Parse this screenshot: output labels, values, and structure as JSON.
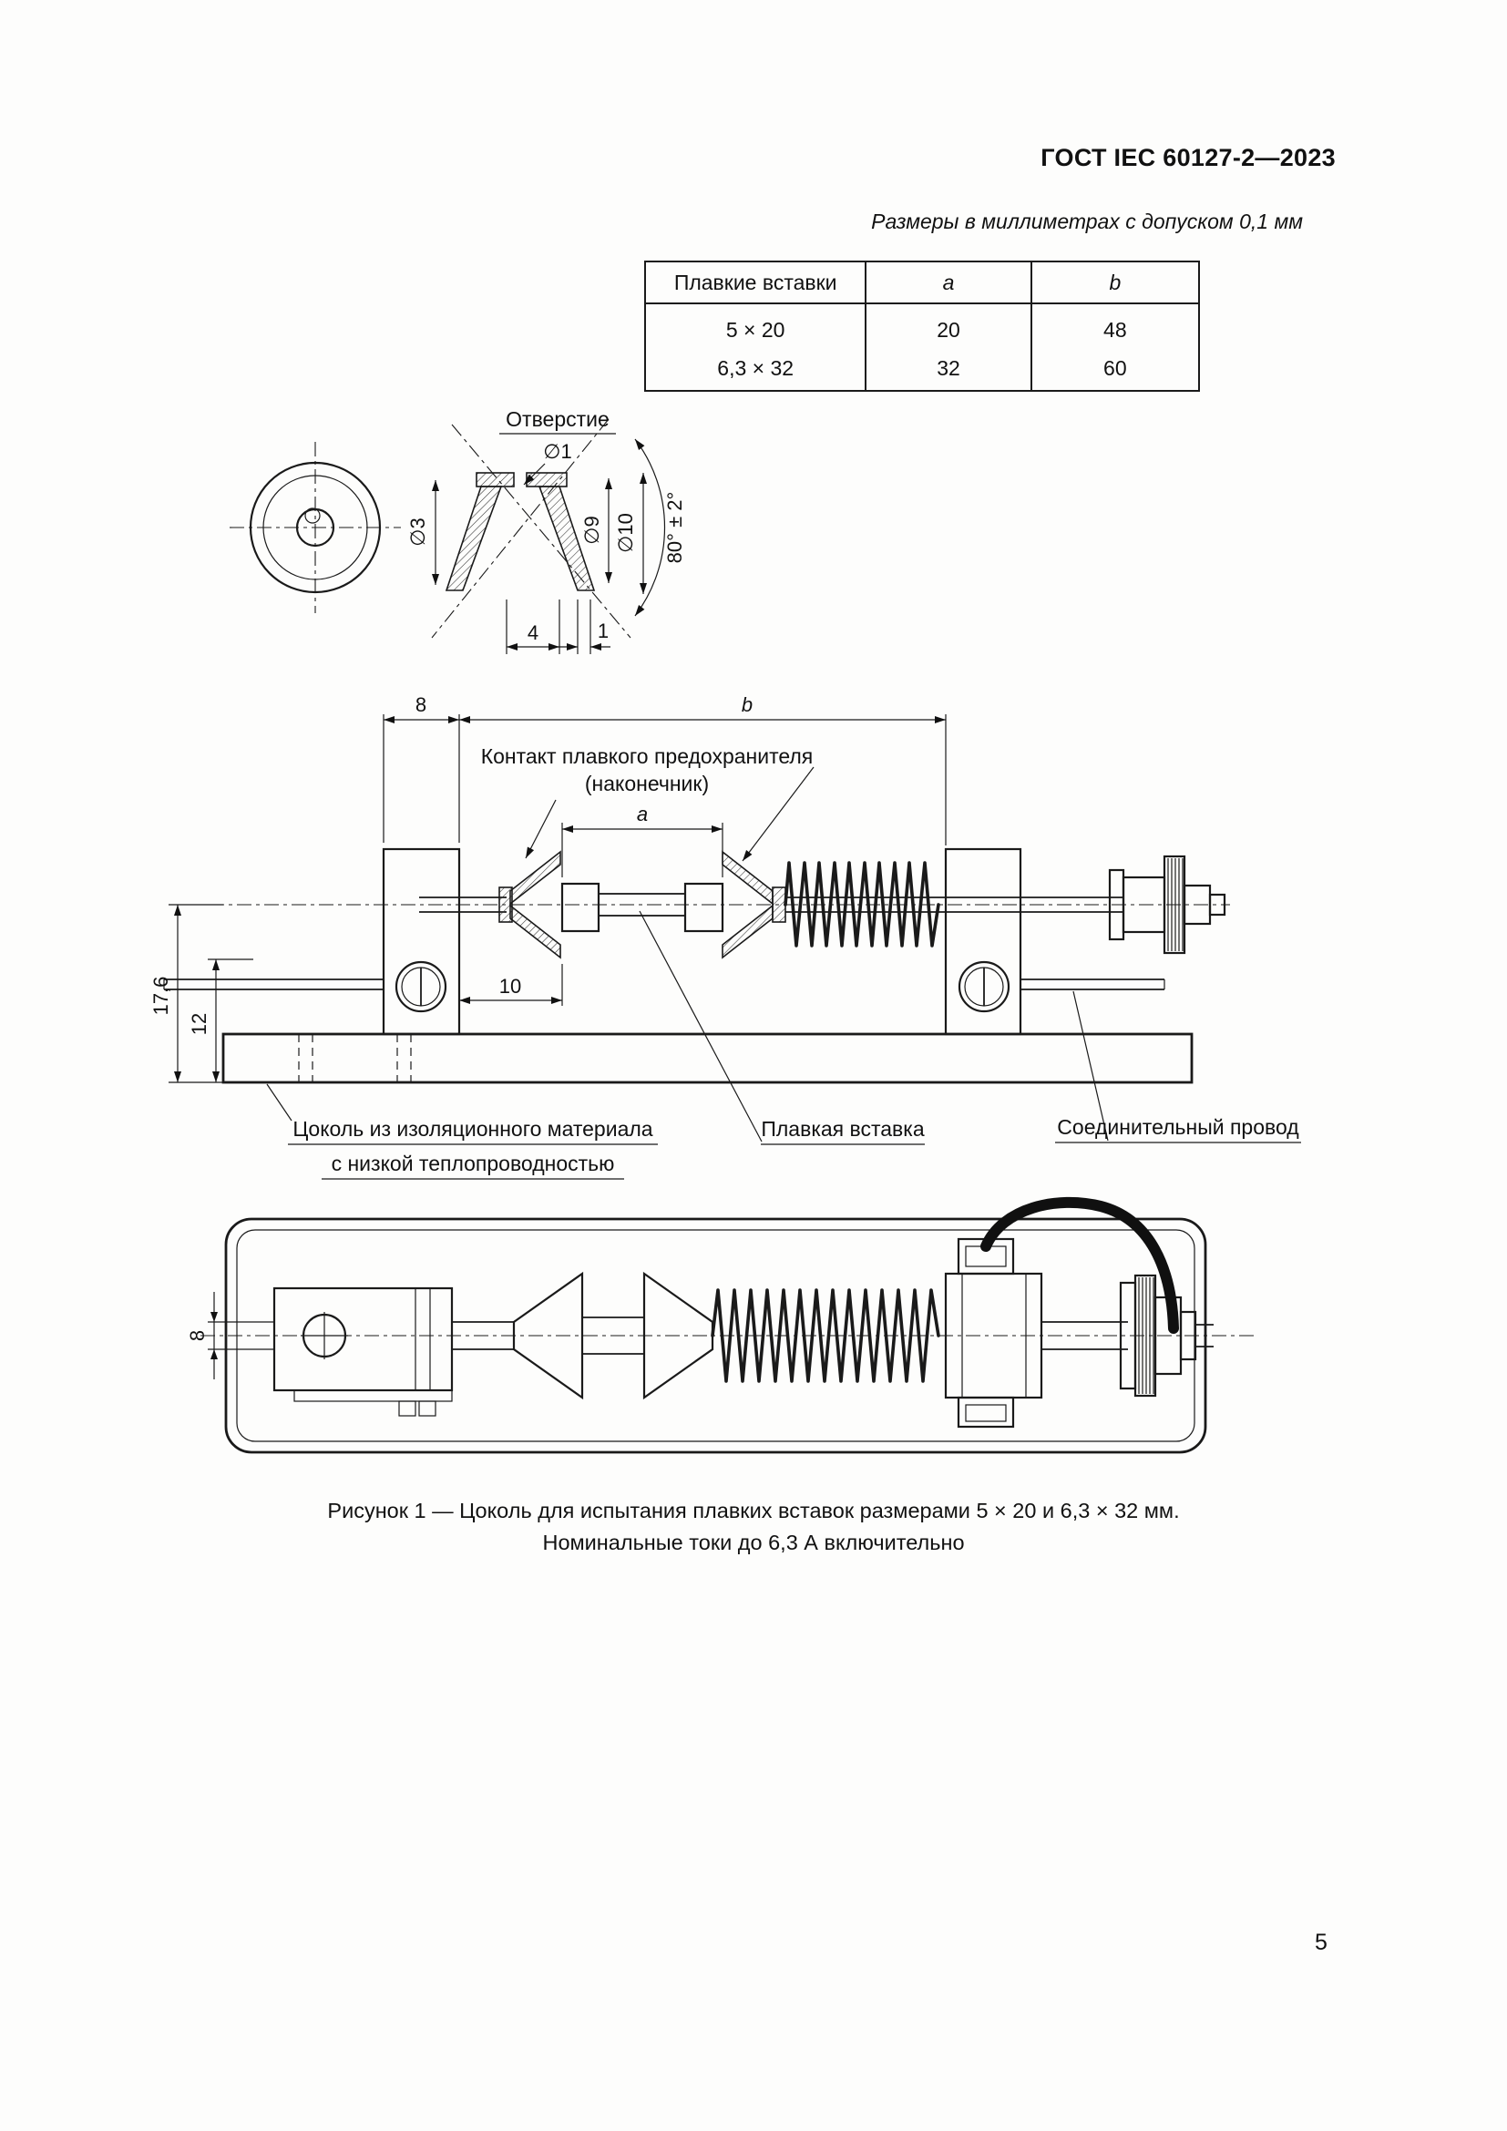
{
  "page": {
    "header": "ГОСТ IEC 60127-2—2023",
    "dimension_note": "Размеры в миллиметрах с допуском 0,1 мм",
    "page_number": "5"
  },
  "table": {
    "col_headers": [
      "Плавкие вставки",
      "a",
      "b"
    ],
    "rows": [
      {
        "size": "5 × 20",
        "a": "20",
        "b": "48"
      },
      {
        "size": "6,3 × 32",
        "a": "32",
        "b": "60"
      }
    ]
  },
  "hole_detail": {
    "hole_label": "Отверстие",
    "dia1": "∅1",
    "dia3": "∅3",
    "dia9": "∅9",
    "dia10": "∅10",
    "angle": "80° ± 2°",
    "depth": "4",
    "rim": "1"
  },
  "assembly": {
    "dim_8": "8",
    "dim_b": "b",
    "dim_a": "a",
    "dim_17_6": "17,6",
    "dim_12": "12",
    "dim_10": "10",
    "contact_label_line1": "Контакт плавкого предохранителя",
    "contact_label_line2": "(наконечник)",
    "fuse_label": "Плавкая вставка",
    "wire_label": "Соединительный провод",
    "base_label_line1": "Цоколь из изоляционного материала",
    "base_label_line2": "с низкой теплопроводностью"
  },
  "top_view": {
    "dim_8": "8"
  },
  "caption": {
    "line1": "Рисунок 1 — Цоколь для испытания плавких вставок размерами 5 × 20 и 6,3 × 32 мм.",
    "line2": "Номинальные токи до 6,3 А включительно"
  }
}
